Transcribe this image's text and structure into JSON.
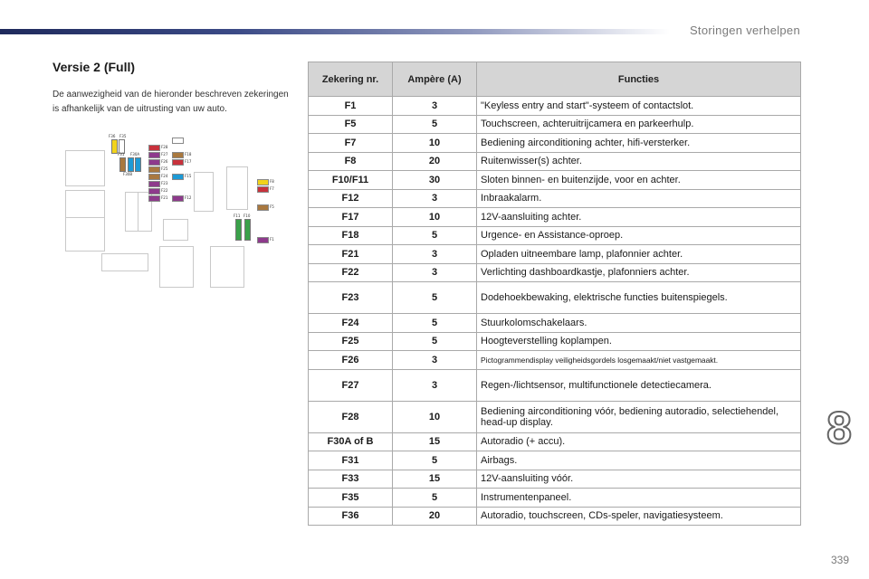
{
  "header": {
    "chapter_title": "Storingen verhelpen"
  },
  "section": {
    "title": "Versie 2 (Full)",
    "intro": "De aanwezigheid van de hieronder beschreven zekeringen is afhankelijk van de uitrusting van uw auto."
  },
  "diagram": {
    "labels": [
      "F36",
      "F35",
      "F31",
      "F30A",
      "F30B",
      "F28",
      "F27",
      "F26",
      "F25",
      "F24",
      "F23",
      "F22",
      "F21",
      "F18",
      "F17",
      "F15",
      "F12",
      "F11",
      "F10",
      "F8",
      "F7",
      "F5",
      "F1"
    ]
  },
  "table": {
    "headers": {
      "code": "Zekering nr.",
      "amp": "Ampère (A)",
      "func": "Functies"
    },
    "rows": [
      {
        "code": "F1",
        "amp": "3",
        "func": "\"Keyless entry and start\"-systeem of contactslot."
      },
      {
        "code": "F5",
        "amp": "5",
        "func": "Touchscreen, achteruitrijcamera en parkeerhulp."
      },
      {
        "code": "F7",
        "amp": "10",
        "func": "Bediening airconditioning achter, hifi-versterker."
      },
      {
        "code": "F8",
        "amp": "20",
        "func": "Ruitenwisser(s) achter."
      },
      {
        "code": "F10/F11",
        "amp": "30",
        "func": "Sloten binnen- en buitenzijde, voor en achter."
      },
      {
        "code": "F12",
        "amp": "3",
        "func": "Inbraakalarm."
      },
      {
        "code": "F17",
        "amp": "10",
        "func": "12V-aansluiting achter."
      },
      {
        "code": "F18",
        "amp": "5",
        "func": "Urgence- en Assistance-oproep."
      },
      {
        "code": "F21",
        "amp": "3",
        "func": "Opladen uitneembare lamp, plafonnier achter."
      },
      {
        "code": "F22",
        "amp": "3",
        "func": "Verlichting dashboardkastje, plafonniers achter."
      },
      {
        "code": "F23",
        "amp": "5",
        "func": "Dodehoekbewaking, elektrische functies buitenspiegels."
      },
      {
        "code": "F24",
        "amp": "5",
        "func": "Stuurkolomschakelaars."
      },
      {
        "code": "F25",
        "amp": "5",
        "func": "Hoogteverstelling koplampen."
      },
      {
        "code": "F26",
        "amp": "3",
        "func": "Pictogrammendisplay veiligheidsgordels losgemaakt/niet vastgemaakt."
      },
      {
        "code": "F27",
        "amp": "3",
        "func": "Regen-/lichtsensor, multifunctionele detectiecamera."
      },
      {
        "code": "F28",
        "amp": "10",
        "func": "Bediening airconditioning vóór, bediening autoradio, selectiehendel, head-up display."
      },
      {
        "code": "F30A of B",
        "amp": "15",
        "func": "Autoradio (+ accu)."
      },
      {
        "code": "F31",
        "amp": "5",
        "func": "Airbags."
      },
      {
        "code": "F33",
        "amp": "15",
        "func": "12V-aansluiting vóór."
      },
      {
        "code": "F35",
        "amp": "5",
        "func": "Instrumentenpaneel."
      },
      {
        "code": "F36",
        "amp": "20",
        "func": "Autoradio, touchscreen, CDs-speler, navigatiesysteem."
      }
    ]
  },
  "chapter_number": "8",
  "page_number": "339",
  "colors": {
    "header_bar": "#1f2a5c",
    "table_header": "#d5d5d5",
    "fuse_red": "#c8323c",
    "fuse_brown": "#a9783f",
    "fuse_purple": "#8e3a8c",
    "fuse_yellow": "#f2d31b",
    "fuse_blue": "#1d9ad6",
    "fuse_green": "#3aa14a"
  }
}
